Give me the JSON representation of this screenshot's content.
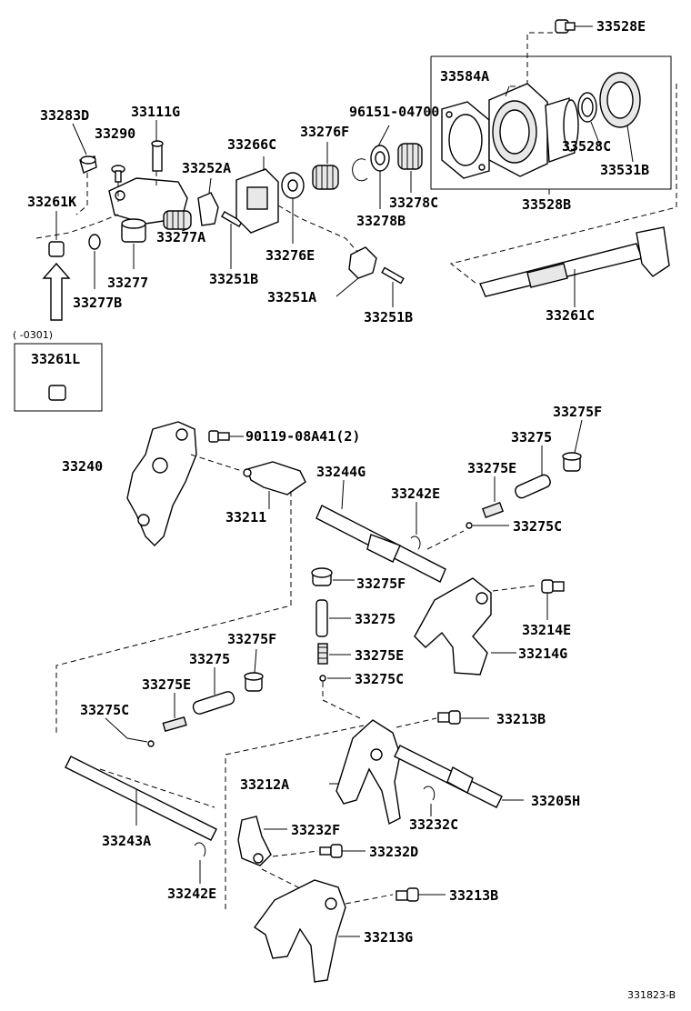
{
  "labels": [
    {
      "id": "l01",
      "text": "33528E"
    },
    {
      "id": "l02",
      "text": "33584A"
    },
    {
      "id": "l03",
      "text": "33283D"
    },
    {
      "id": "l04",
      "text": "33111G"
    },
    {
      "id": "l05",
      "text": "96151-04700"
    },
    {
      "id": "l06",
      "text": "33276F"
    },
    {
      "id": "l07",
      "text": "33266C"
    },
    {
      "id": "l08",
      "text": "33290"
    },
    {
      "id": "l09",
      "text": "33252A"
    },
    {
      "id": "l10",
      "text": "33528C"
    },
    {
      "id": "l11",
      "text": "33531B"
    },
    {
      "id": "l12",
      "text": "33261K"
    },
    {
      "id": "l13",
      "text": "33278C"
    },
    {
      "id": "l14",
      "text": "33528B"
    },
    {
      "id": "l15",
      "text": "33278B"
    },
    {
      "id": "l16",
      "text": "33277A"
    },
    {
      "id": "l17",
      "text": "33276E"
    },
    {
      "id": "l18",
      "text": "33277"
    },
    {
      "id": "l19",
      "text": "33251B"
    },
    {
      "id": "l20",
      "text": "33277B"
    },
    {
      "id": "l21",
      "text": "33251A"
    },
    {
      "id": "l22",
      "text": "33261C"
    },
    {
      "id": "l23",
      "text": "33251B"
    },
    {
      "id": "l24",
      "text": "33261L"
    },
    {
      "id": "l25",
      "text": "33275F"
    },
    {
      "id": "l26",
      "text": "90119-08A41(2)"
    },
    {
      "id": "l27",
      "text": "33275"
    },
    {
      "id": "l28",
      "text": "33240"
    },
    {
      "id": "l29",
      "text": "33244G"
    },
    {
      "id": "l30",
      "text": "33275E"
    },
    {
      "id": "l31",
      "text": "33242E"
    },
    {
      "id": "l32",
      "text": "33211"
    },
    {
      "id": "l33",
      "text": "33275C"
    },
    {
      "id": "l34",
      "text": "33275F"
    },
    {
      "id": "l35",
      "text": "33275"
    },
    {
      "id": "l36",
      "text": "33214E"
    },
    {
      "id": "l37",
      "text": "33275F"
    },
    {
      "id": "l38",
      "text": "33275"
    },
    {
      "id": "l39",
      "text": "33275E"
    },
    {
      "id": "l40",
      "text": "33214G"
    },
    {
      "id": "l41",
      "text": "33275E"
    },
    {
      "id": "l42",
      "text": "33275C"
    },
    {
      "id": "l43",
      "text": "33275C"
    },
    {
      "id": "l44",
      "text": "33213B"
    },
    {
      "id": "l45",
      "text": "33212A"
    },
    {
      "id": "l46",
      "text": "33205H"
    },
    {
      "id": "l47",
      "text": "33232C"
    },
    {
      "id": "l48",
      "text": "33232F"
    },
    {
      "id": "l49",
      "text": "33243A"
    },
    {
      "id": "l50",
      "text": "33232D"
    },
    {
      "id": "l51",
      "text": "33242E"
    },
    {
      "id": "l52",
      "text": "33213B"
    },
    {
      "id": "l53",
      "text": "33213G"
    }
  ],
  "date_note": "(      -0301)",
  "figure_ref": "331823-B"
}
